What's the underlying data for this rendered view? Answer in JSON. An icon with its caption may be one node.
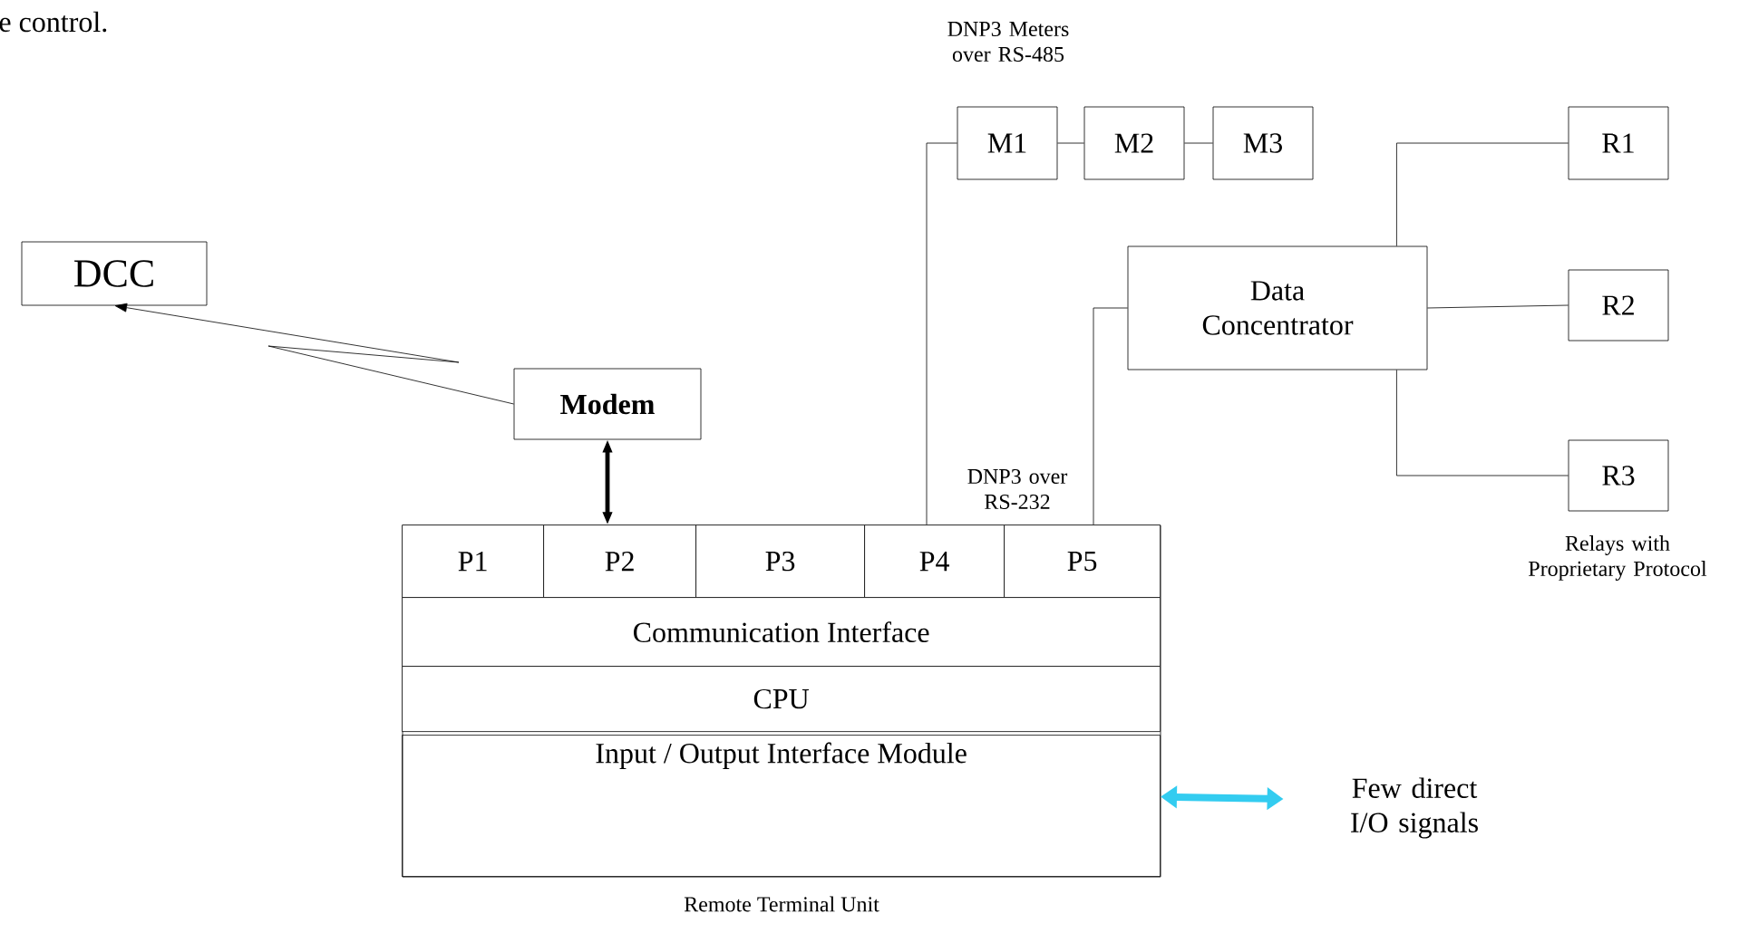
{
  "diagram": {
    "nodes": [
      {
        "text": [
          "DCC"
        ]
      },
      {
        "text": [
          "Modem"
        ]
      },
      {
        "text": [
          "Remote Terminal Unit"
        ]
      },
      {
        "text": [
          "P1"
        ],
        "in": 2
      },
      {
        "text": [
          "P2"
        ],
        "in": 2
      },
      {
        "text": [
          "P3"
        ],
        "in": 2
      },
      {
        "text": [
          "P4"
        ],
        "in": 2
      },
      {
        "text": [
          "P5"
        ],
        "in": 2
      },
      {
        "text": [
          "Communication Interface"
        ],
        "in": 2
      },
      {
        "text": [
          "CPU"
        ],
        "in": 2
      },
      {
        "text": [
          "Input / Output Interface Module"
        ],
        "in": 2
      },
      {
        "text": [
          "M1"
        ]
      },
      {
        "text": [
          "M2"
        ]
      },
      {
        "text": [
          "M3"
        ]
      },
      {
        "text": [
          "Data Concentrator"
        ]
      },
      {
        "text": [
          "R1"
        ]
      },
      {
        "text": [
          "R2"
        ]
      },
      {
        "text": [
          "R3"
        ]
      },
      {
        "text": [
          "Few direct I/O signals"
        ]
      }
    ],
    "edges": [
      {
        "from": 1,
        "to": 0,
        "arrow": "to"
      },
      {
        "from": 1,
        "to": 4,
        "arrow": "both",
        "style": "thick"
      },
      {
        "from": 6,
        "to": 11,
        "arrow": "none"
      },
      {
        "from": 11,
        "to": 12,
        "arrow": "none"
      },
      {
        "from": 12,
        "to": 13,
        "arrow": "none"
      },
      {
        "from": 7,
        "to": 14,
        "arrow": "none"
      },
      {
        "from": 14,
        "to": 15,
        "arrow": "none"
      },
      {
        "from": 14,
        "to": 16,
        "arrow": "none"
      },
      {
        "from": 14,
        "to": 17,
        "arrow": "none"
      },
      {
        "from": 10,
        "to": 18,
        "arrow": "both",
        "style": "thick",
        "color": "#33ccf0"
      }
    ],
    "labels": [
      "e control.",
      "DNP3 Meters over RS-485",
      "DNP3 over RS-232",
      "Relays with Proprietary Protocol"
    ]
  }
}
